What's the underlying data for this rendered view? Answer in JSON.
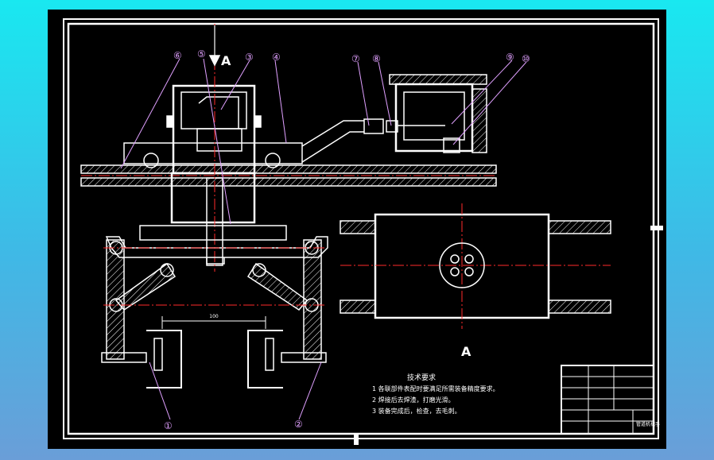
{
  "colors": {
    "background_top": "#19e8f0",
    "background_bottom": "#6a9ed8",
    "sheet": "#000000",
    "outline": "#ffffff",
    "centerline": "#ff2a2a",
    "leader": "#e0a0ff",
    "dimension": "#ffffff"
  },
  "view_labels": {
    "top_arrow": "A",
    "section_label": "A"
  },
  "part_numbers": [
    "①",
    "②",
    "③",
    "④",
    "⑤",
    "⑥",
    "⑦",
    "⑧",
    "⑨",
    "⑩"
  ],
  "tech_requirements": {
    "title": "技术要求",
    "items": [
      "1 各联部件表配时要满足所需装备精度要求。",
      "2 焊接后去焊渣，打磨光滑。",
      "3 装备完成后，检查，去毛刺。"
    ]
  },
  "dimension_text": "100",
  "title_block": {
    "drawing_name": "管道机械手"
  }
}
